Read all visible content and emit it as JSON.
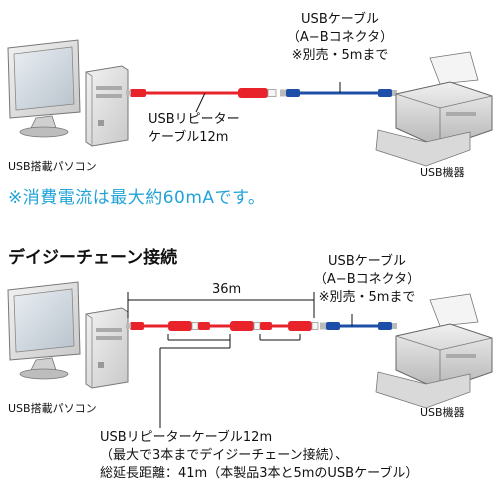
{
  "top": {
    "usb_cable_label": "USBケーブル",
    "usb_cable_type": "（A−Bコネクタ）",
    "usb_cable_note": "※別売・5mまで",
    "repeater_label_1": "USBリピーター",
    "repeater_label_2": "ケーブル12m",
    "pc_label": "USB搭載パソコン",
    "device_label": "USB機器",
    "power_note": "※消費電流は最大約60mAです。"
  },
  "daisy": {
    "title": "デイジーチェーン接続",
    "length_label": "36m",
    "usb_cable_label": "USBケーブル",
    "usb_cable_type": "（A−Bコネクタ）",
    "usb_cable_note": "※別売・5mまで",
    "pc_label": "USB搭載パソコン",
    "device_label": "USB機器",
    "desc_line1": "USBリピーターケーブル12m",
    "desc_line2": "（最大で3本までデイジーチェーン接続）、",
    "desc_line3": "総延長距離：41m（本製品3本と5mのUSBケーブル）"
  },
  "colors": {
    "red_cable": "#e8232a",
    "blue_cable": "#1e4fa8",
    "note_text": "#22a3d8"
  }
}
